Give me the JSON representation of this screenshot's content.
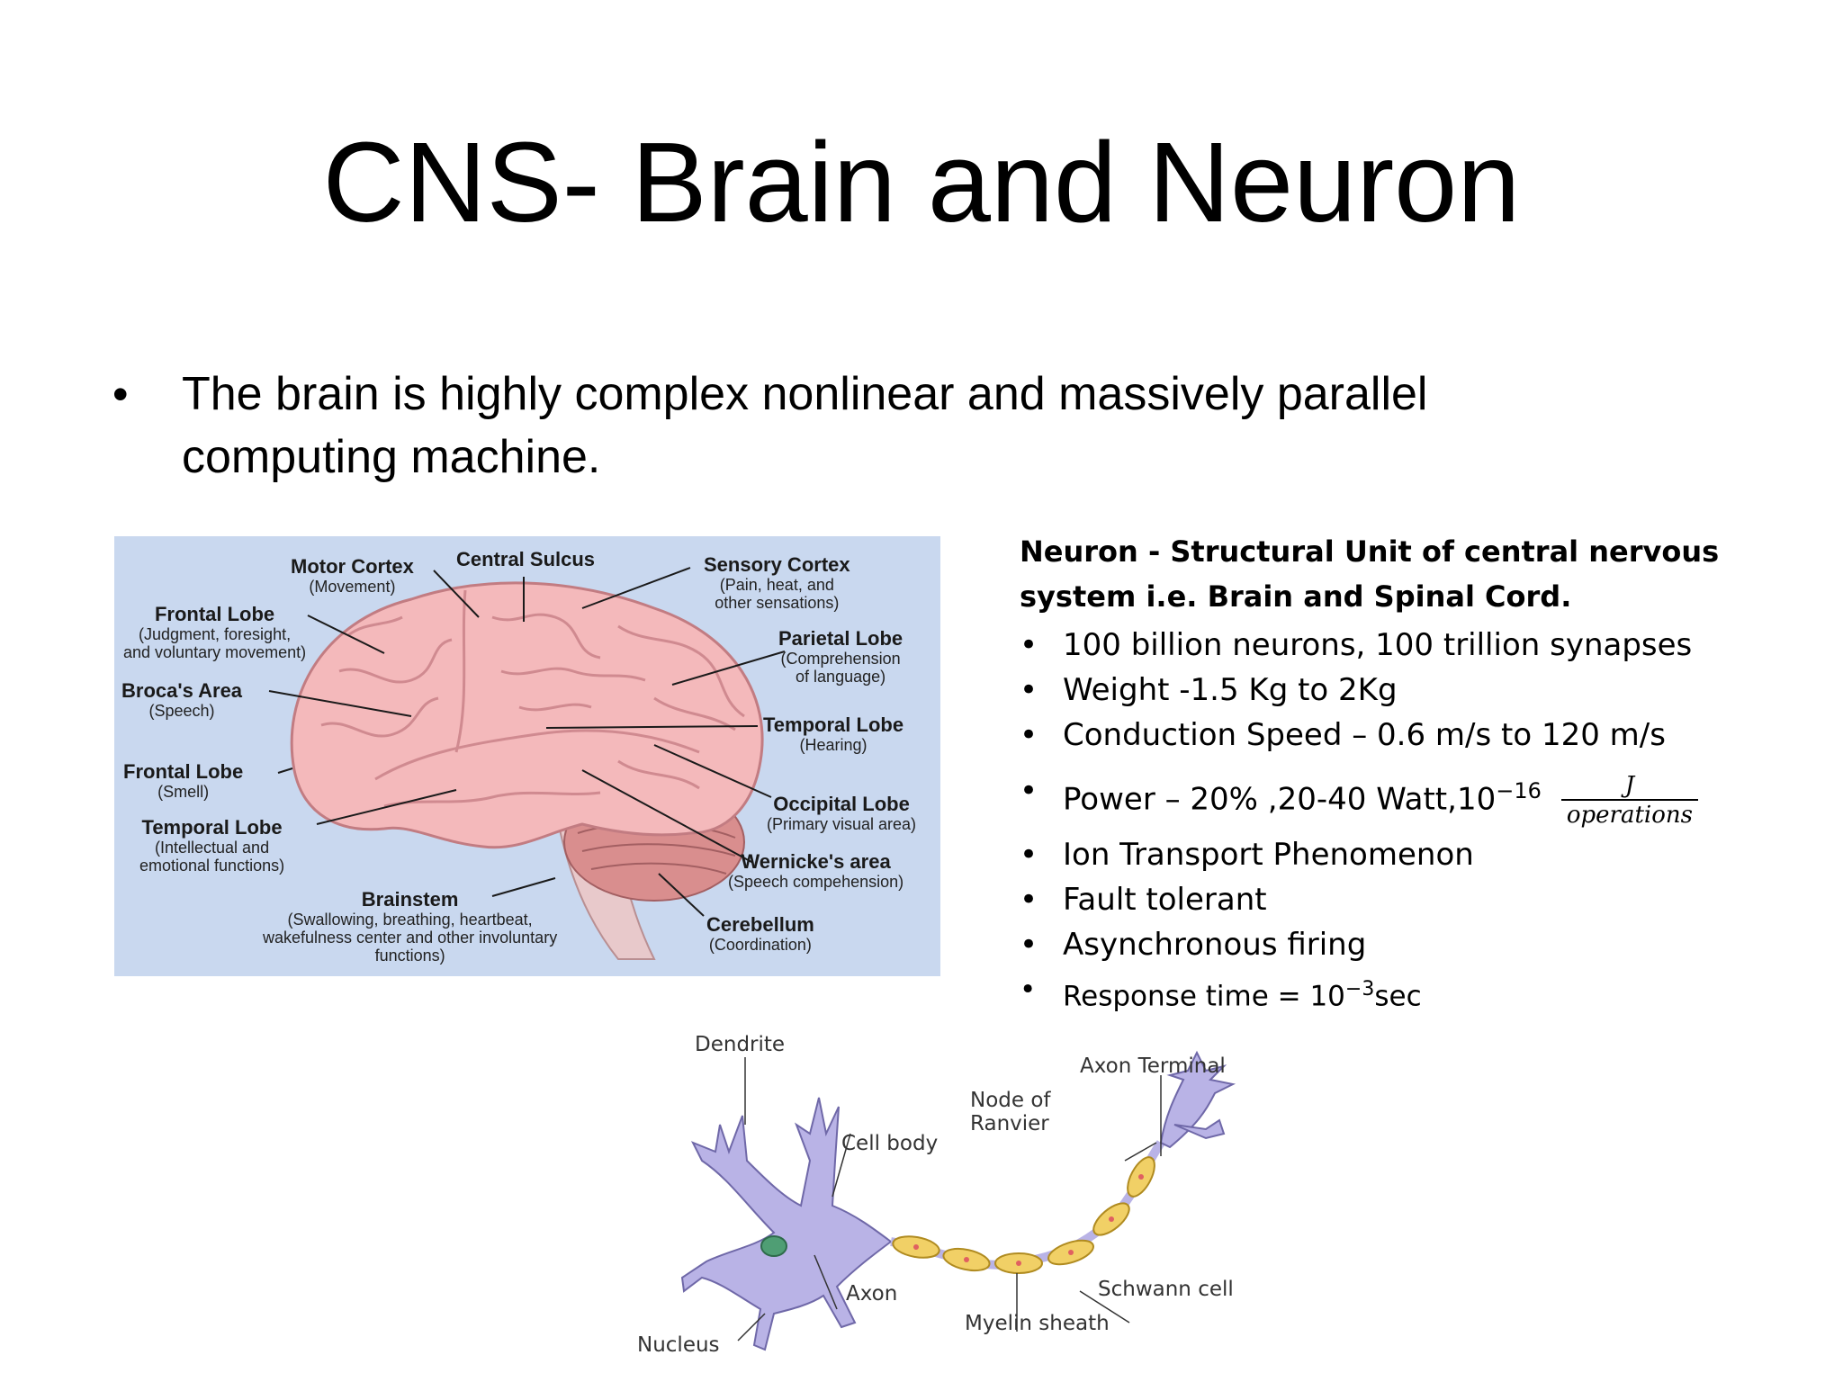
{
  "slide": {
    "title": "CNS- Brain and Neuron",
    "bullet": {
      "marker": "•",
      "text": "The brain is highly complex nonlinear and massively parallel computing machine."
    }
  },
  "brain_figure": {
    "labels": {
      "motor_cortex": {
        "title": "Motor Cortex",
        "sub": "(Movement)"
      },
      "central_sulcus": {
        "title": "Central Sulcus"
      },
      "sensory_cortex": {
        "title": "Sensory Cortex",
        "sub1": "(Pain, heat, and",
        "sub2": "other sensations)"
      },
      "frontal_lobe_1": {
        "title": "Frontal Lobe",
        "sub1": "(Judgment, foresight,",
        "sub2": "and voluntary movement)"
      },
      "parietal_lobe": {
        "title": "Parietal Lobe",
        "sub1": "(Comprehension",
        "sub2": "of language)"
      },
      "brocas_area": {
        "title": "Broca's Area",
        "sub": "(Speech)"
      },
      "temporal_lobe_r": {
        "title": "Temporal Lobe",
        "sub": "(Hearing)"
      },
      "frontal_lobe_2": {
        "title": "Frontal Lobe",
        "sub": "(Smell)"
      },
      "occipital_lobe": {
        "title": "Occipital Lobe",
        "sub": "(Primary visual area)"
      },
      "temporal_lobe_l": {
        "title": "Temporal Lobe",
        "sub1": "(Intellectual and",
        "sub2": "emotional functions)"
      },
      "wernickes_area": {
        "title": "Wernicke's area",
        "sub": "(Speech compehension)"
      },
      "brainstem": {
        "title": "Brainstem",
        "sub1": "(Swallowing, breathing, heartbeat,",
        "sub2": "wakefulness center and other involuntary",
        "sub3": "functions)"
      },
      "cerebellum": {
        "title": "Cerebellum",
        "sub": "(Coordination)"
      }
    }
  },
  "neuron_info": {
    "heading_line1": "Neuron - Structural Unit of central nervous",
    "heading_line2": "system i.e. Brain and Spinal Cord.",
    "bullet_marker": "•",
    "items": [
      "100 billion neurons, 100 trillion synapses",
      "Weight -1.5 Kg to 2Kg",
      "Conduction Speed – 0.6 m/s to 120 m/s",
      "Ion Transport Phenomenon",
      "Fault tolerant",
      "Asynchronous firing"
    ],
    "power": {
      "prefix": "Power – 20%  ,20-40 Watt,10",
      "exponent": "−16",
      "frac_num": "J",
      "frac_den": "operations"
    },
    "response": {
      "prefix": "Response time = 10",
      "exponent": "−3",
      "suffix": "sec"
    }
  },
  "neuron_figure": {
    "labels": {
      "dendrite": "Dendrite",
      "axon_terminal": "Axon Terminal",
      "node_of_ranvier_1": "Node of",
      "node_of_ranvier_2": "Ranvier",
      "cell_body": "Cell body",
      "axon": "Axon",
      "schwann_cell": "Schwann cell",
      "myelin_sheath": "Myelin sheath",
      "nucleus": "Nucleus"
    }
  },
  "colors": {
    "panel_bg": "#c9d8ef",
    "brain_pink": "#f2b5b5",
    "neuron_purple": "#b9b3e6",
    "myelin_yellow": "#f1d066",
    "nucleus_green": "#4f9e74"
  }
}
